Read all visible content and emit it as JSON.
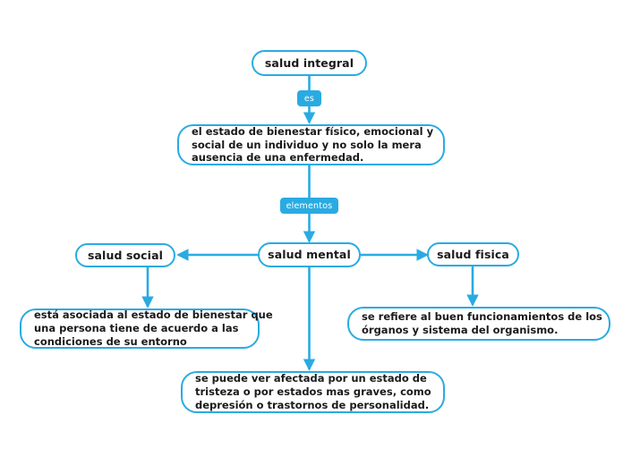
{
  "diagram": {
    "type": "concept-map",
    "title": "salud integral",
    "background_color": "#ffffff",
    "accent_color": "#29abe2",
    "text_color": "#1a1a1a",
    "badge_text_color": "#ffffff"
  },
  "nodes": {
    "root": {
      "id": "salud-integral",
      "label": "salud integral",
      "shape": "pill"
    },
    "definition": {
      "id": "definicion-salud-integral",
      "lines": [
        "el estado de bienestar físico, emocional y",
        "social de un individuo y no solo la mera",
        "ausencia de una enfermedad."
      ]
    },
    "salud_social": {
      "id": "salud-social",
      "label": "salud social",
      "shape": "pill"
    },
    "salud_mental": {
      "id": "salud-mental",
      "label": "salud mental",
      "shape": "pill"
    },
    "salud_fisica": {
      "id": "salud-fisica",
      "label": "salud fisica",
      "shape": "pill"
    },
    "detalle_social": {
      "id": "detalle-salud-social",
      "lines": [
        "está asociada al estado de bienestar que",
        "una persona tiene de acuerdo a las",
        "condiciones de su entorno"
      ]
    },
    "detalle_fisica": {
      "id": "detalle-salud-fisica",
      "lines": [
        "se refiere al buen funcionamientos de los",
        "órganos y sistema del organismo."
      ]
    },
    "detalle_mental": {
      "id": "detalle-salud-mental",
      "lines": [
        "se puede ver afectada por un estado de",
        "tristeza o por estados mas graves, como",
        "depresión o trastornos de personalidad."
      ]
    }
  },
  "badges": {
    "es": {
      "label": "es"
    },
    "elementos": {
      "label": "elementos"
    }
  },
  "edges": [
    {
      "from": "salud integral",
      "to": "definicion",
      "label": "es"
    },
    {
      "from": "definicion",
      "to": "salud mental",
      "label": "elementos"
    },
    {
      "from": "salud mental",
      "to": "salud social",
      "label": ""
    },
    {
      "from": "salud mental",
      "to": "salud fisica",
      "label": ""
    },
    {
      "from": "salud social",
      "to": "detalle social",
      "label": ""
    },
    {
      "from": "salud fisica",
      "to": "detalle fisica",
      "label": ""
    },
    {
      "from": "salud mental",
      "to": "detalle mental",
      "label": ""
    }
  ]
}
